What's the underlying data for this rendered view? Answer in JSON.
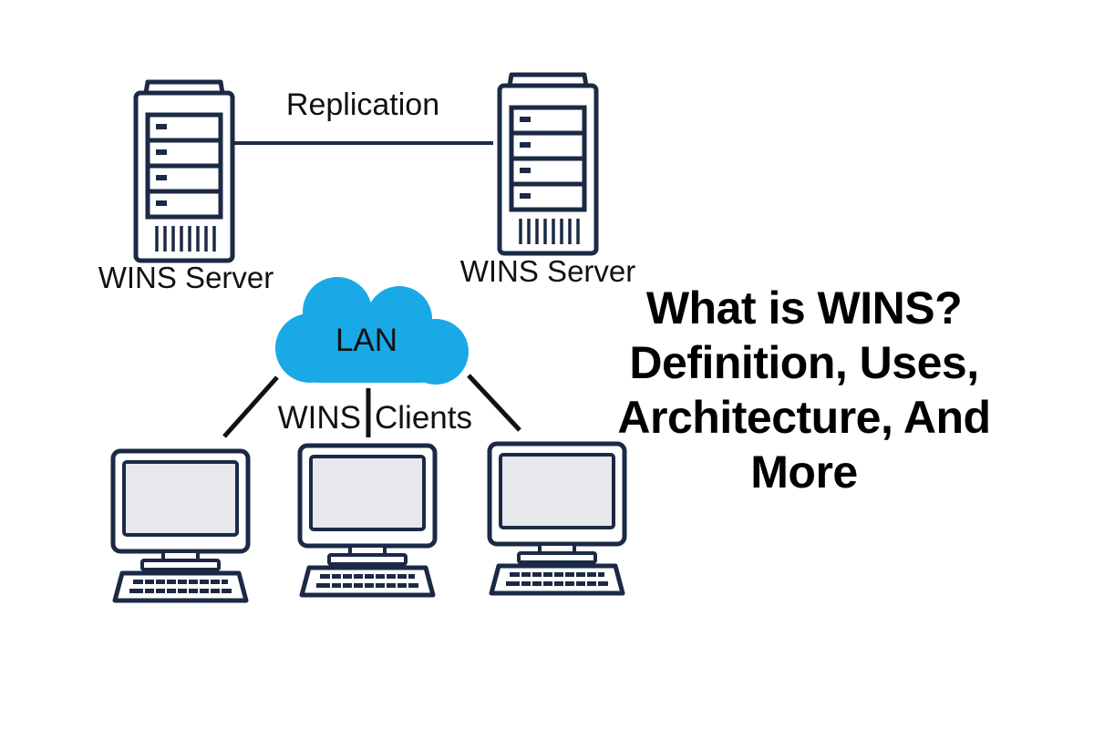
{
  "diagram": {
    "replication_label": "Replication",
    "servers": [
      {
        "label": "WINS Server",
        "icon": "server-tower-icon"
      },
      {
        "label": "WINS Server",
        "icon": "server-tower-icon"
      }
    ],
    "network_label": "LAN",
    "clients_label_left": "WINS",
    "clients_label_right": "Clients",
    "clients": [
      {
        "icon": "desktop-computer-icon"
      },
      {
        "icon": "desktop-computer-icon"
      },
      {
        "icon": "desktop-computer-icon"
      }
    ]
  },
  "headline": {
    "lines": [
      "What is WINS?",
      "Definition, Uses,",
      "Architecture, And",
      "More"
    ]
  },
  "colors": {
    "outline": "#1b2a44",
    "cloud": "#18a9e6",
    "screen": "#e6e8ec",
    "text": "#111111"
  }
}
